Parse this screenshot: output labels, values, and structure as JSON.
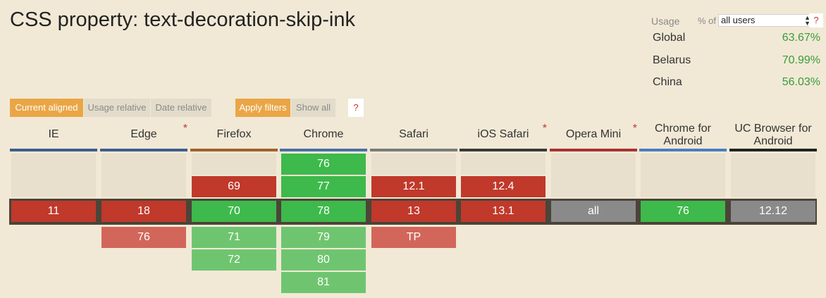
{
  "title": "CSS property: text-decoration-skip-ink",
  "usage": {
    "label": "Usage",
    "pct_of": "% of",
    "scope_selected": "all users",
    "help": "?",
    "rows": [
      {
        "name": "Global",
        "value": "63.67%"
      },
      {
        "name": "Belarus",
        "value": "70.99%"
      },
      {
        "name": "China",
        "value": "56.03%"
      }
    ]
  },
  "filters": {
    "current_aligned": "Current aligned",
    "usage_relative": "Usage relative",
    "date_relative": "Date relative",
    "apply_filters": "Apply filters",
    "show_all": "Show all",
    "help": "?"
  },
  "browsers": [
    {
      "name": "IE",
      "star": false,
      "color": "#3e5e8c",
      "past": [],
      "current": {
        "v": "11",
        "s": "n"
      },
      "future": []
    },
    {
      "name": "Edge",
      "star": true,
      "color": "#3e5e8c",
      "past": [],
      "current": {
        "v": "18",
        "s": "n"
      },
      "future": [
        {
          "v": "76",
          "s": "ln"
        }
      ]
    },
    {
      "name": "Firefox",
      "star": false,
      "color": "#a0622d",
      "past": [
        {
          "v": "69",
          "s": "n"
        }
      ],
      "current": {
        "v": "70",
        "s": "y"
      },
      "future": [
        {
          "v": "71",
          "s": "ly"
        },
        {
          "v": "72",
          "s": "ly"
        }
      ]
    },
    {
      "name": "Chrome",
      "star": false,
      "color": "#4a6fa5",
      "past": [
        {
          "v": "76",
          "s": "y"
        },
        {
          "v": "77",
          "s": "y"
        }
      ],
      "current": {
        "v": "78",
        "s": "y"
      },
      "future": [
        {
          "v": "79",
          "s": "ly"
        },
        {
          "v": "80",
          "s": "ly"
        },
        {
          "v": "81",
          "s": "ly"
        }
      ]
    },
    {
      "name": "Safari",
      "star": false,
      "color": "#7a7a7a",
      "past": [
        {
          "v": "12.1",
          "s": "n"
        }
      ],
      "current": {
        "v": "13",
        "s": "n"
      },
      "future": [
        {
          "v": "TP",
          "s": "ln"
        }
      ]
    },
    {
      "name": "iOS Safari",
      "star": true,
      "color": "#3a3a3a",
      "past": [
        {
          "v": "12.4",
          "s": "n"
        }
      ],
      "current": {
        "v": "13.1",
        "s": "n"
      },
      "future": []
    },
    {
      "name": "Opera Mini",
      "star": true,
      "color": "#a83232",
      "past": [],
      "current": {
        "v": "all",
        "s": "u"
      },
      "future": []
    },
    {
      "name": "Chrome for Android",
      "star": false,
      "color": "#4a7ec0",
      "past": [],
      "current": {
        "v": "76",
        "s": "y"
      },
      "future": []
    },
    {
      "name": "UC Browser for Android",
      "star": false,
      "color": "#222222",
      "past": [],
      "current": {
        "v": "12.12",
        "s": "u"
      },
      "future": []
    }
  ],
  "colors": {
    "supported": "#3eb94b",
    "unsupported": "#c0392b",
    "unknown": "#8a8a8a",
    "accent": "#eaa646",
    "background": "#f1e9d6"
  }
}
